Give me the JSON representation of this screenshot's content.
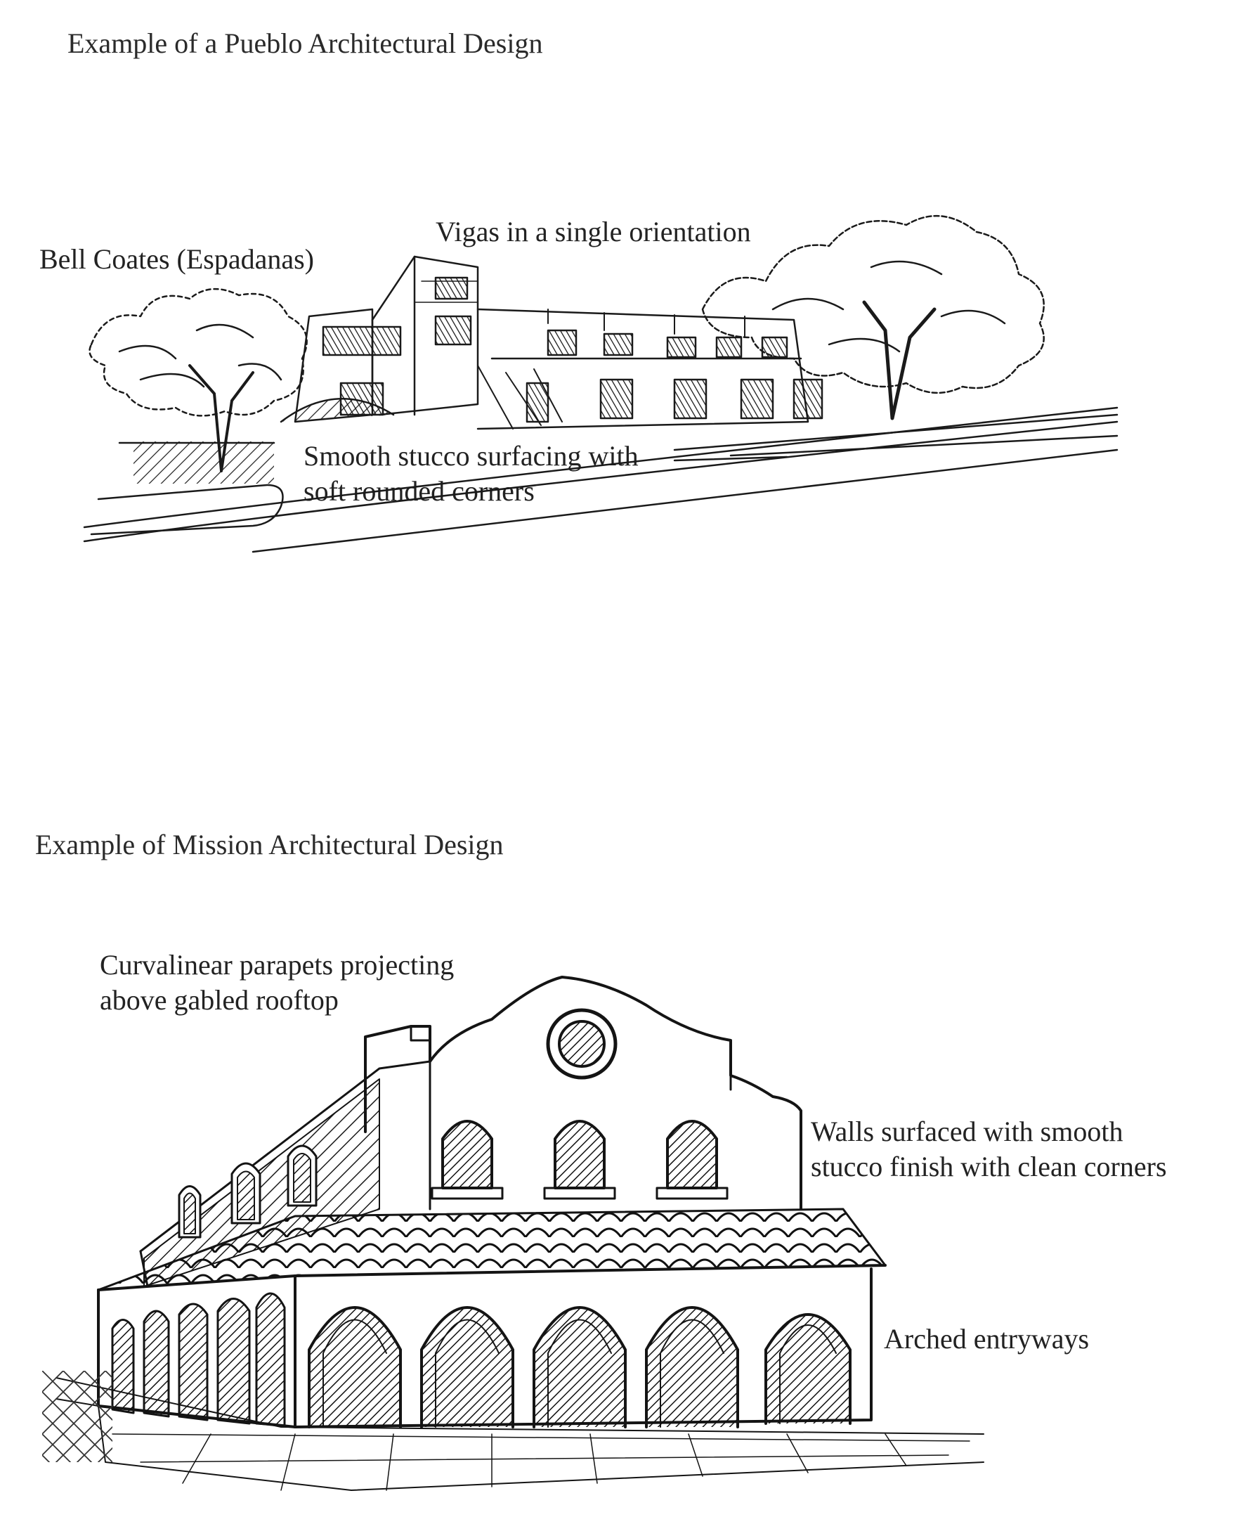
{
  "pueblo": {
    "caption": "Example of a Pueblo Architectural Design",
    "labels": {
      "vigas": "Vigas in a single orientation",
      "bell": "Bell Coates (Espadanas)",
      "stucco_line1": "Smooth stucco surfacing with",
      "stucco_line2": "soft rounded corners"
    }
  },
  "mission": {
    "caption": "Example of Mission Architectural Design",
    "labels": {
      "parapet_line1": "Curvalinear parapets projecting",
      "parapet_line2": "above gabled rooftop",
      "walls_line1": "Walls surfaced with smooth",
      "walls_line2": "stucco finish with clean corners",
      "arched": "Arched entryways"
    }
  }
}
